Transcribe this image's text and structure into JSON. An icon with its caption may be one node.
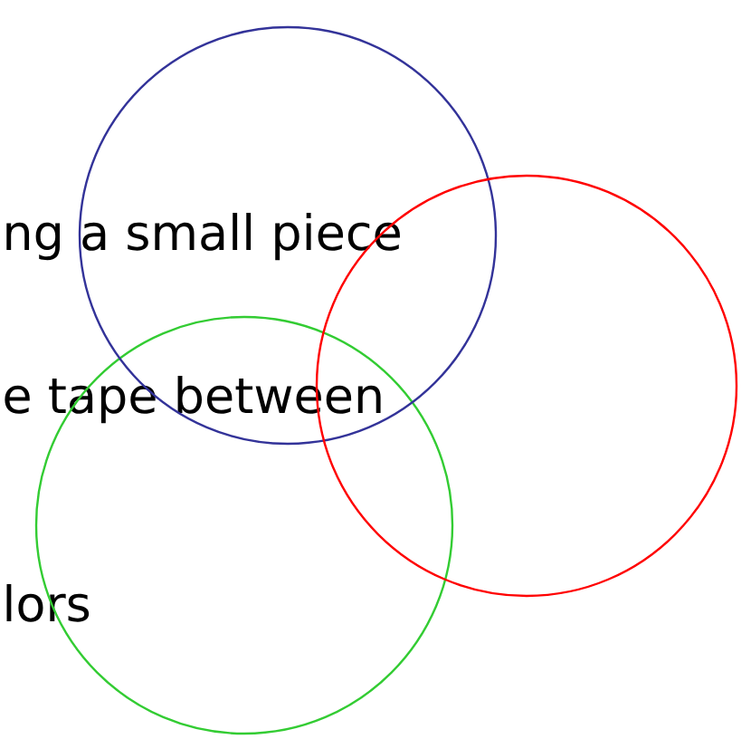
{
  "diagram": {
    "nodes": [
      {
        "text": [],
        "shape": "circle"
      },
      {
        "text": [],
        "shape": "circle"
      },
      {
        "text": [],
        "shape": "circle"
      }
    ],
    "labels": [
      "ng a small piece",
      "e tape between",
      "lors"
    ]
  }
}
